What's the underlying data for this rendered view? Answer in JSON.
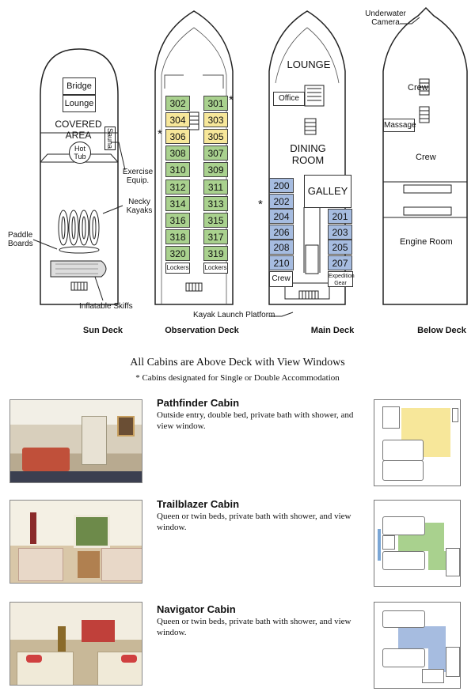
{
  "decks": {
    "sun": {
      "name": "Sun Deck",
      "rooms": {
        "bridge": "Bridge",
        "lounge": "Lounge",
        "covered_area": "COVERED AREA",
        "hot_tub": "Hot Tub",
        "sauna": "Sauna"
      },
      "labels": {
        "exercise": "Exercise Equip.",
        "kayaks": "Necky Kayaks",
        "paddle": "Paddle Boards",
        "skiffs": "Inflatable Skiffs"
      }
    },
    "observation": {
      "name": "Observation Deck",
      "cabins_left": [
        "302",
        "304",
        "306",
        "308",
        "310",
        "312",
        "314",
        "316",
        "318",
        "320"
      ],
      "cabins_right": [
        "301",
        "303",
        "305",
        "307",
        "309",
        "311",
        "313",
        "315",
        "317",
        "319"
      ],
      "lockers": "Lockers"
    },
    "main": {
      "name": "Main Deck",
      "rooms": {
        "lounge": "LOUNGE",
        "office": "Office",
        "dining": "DINING ROOM",
        "galley": "GALLEY",
        "crew": "Crew",
        "expedition": "Expedition Gear"
      },
      "cabins_left": [
        "200",
        "202",
        "204",
        "206",
        "208",
        "210"
      ],
      "cabins_right": [
        "201",
        "203",
        "205",
        "207"
      ],
      "kayak_platform": "Kayak Launch Platform"
    },
    "below": {
      "name": "Below Deck",
      "rooms": {
        "crew_top": "Crew",
        "massage": "Massage",
        "crew_mid": "Crew",
        "engine": "Engine Room"
      },
      "camera": "Underwater Camera"
    }
  },
  "star_symbol": "*",
  "headline": "All Cabins are Above Deck with View Windows",
  "subline": "* Cabins designated for Single or Double Accommodation",
  "cabin_types": [
    {
      "name": "Pathfinder Cabin",
      "desc": "Outside entry, double bed, private bath with shower, and view window.",
      "color": "#f7e79a"
    },
    {
      "name": "Trailblazer Cabin",
      "desc": "Queen or twin beds, private bath with shower, and view window.",
      "color": "#a9d18e"
    },
    {
      "name": "Navigator Cabin",
      "desc": "Queen or twin beds, private bath with shower, and view window.",
      "color": "#a6bce0"
    }
  ],
  "colors": {
    "green": "#a9d18e",
    "yellow": "#f7e79a",
    "blue": "#a6bce0"
  }
}
